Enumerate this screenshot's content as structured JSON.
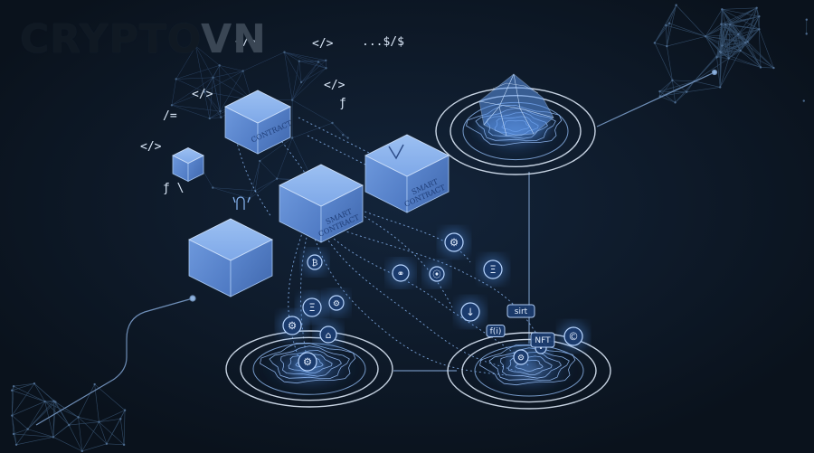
{
  "brand": {
    "part1": "CRYPTO",
    "part2": "VN"
  },
  "blocks": [
    {
      "label_lines": [
        "CONTRACT"
      ]
    },
    {
      "label_lines": [
        "SMART",
        "CONTRACT"
      ]
    },
    {
      "label_lines": [
        "SMART",
        "CONTRACT"
      ]
    },
    {
      "label_lines": []
    },
    {
      "label_lines": []
    }
  ],
  "token_labels": [
    "NFT",
    "sirt",
    "f(i)"
  ],
  "code_tags": [
    "</>",
    "</>",
    "</>",
    "</>",
    "</>",
    "/=",
    "...$/$",
    "ƒ",
    "ƒ \\"
  ],
  "colors": {
    "background": "#0b1420",
    "glow": "#4f8fe6",
    "block": "#6f9de6"
  }
}
